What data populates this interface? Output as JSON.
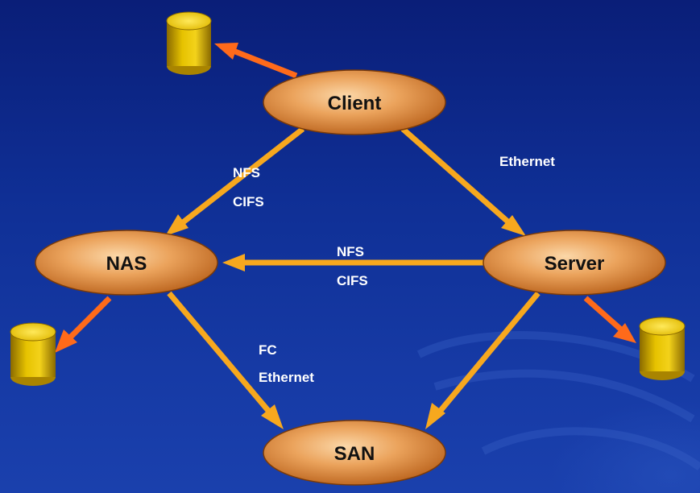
{
  "nodes": {
    "client": {
      "label": "Client"
    },
    "nas": {
      "label": "NAS"
    },
    "server": {
      "label": "Server"
    },
    "san": {
      "label": "SAN"
    }
  },
  "edges": {
    "client_nas": {
      "protocols": [
        "NFS",
        "CIFS"
      ]
    },
    "client_server": {
      "protocols": [
        "Ethernet"
      ]
    },
    "server_nas": {
      "protocols": [
        "NFS",
        "CIFS"
      ]
    },
    "nas_san": {
      "protocols": [
        "FC",
        "Ethernet"
      ]
    }
  },
  "colors": {
    "background_top": "#0a1e78",
    "background_bottom": "#1a40ad",
    "node_fill_light": "#f8c48a",
    "node_fill_dark": "#c46a1c",
    "link_arrow": "#f7a81e",
    "storage_arrow": "#ff6a1a",
    "storage_cylinder": "#e8c400",
    "label_text": "#ffffff"
  }
}
